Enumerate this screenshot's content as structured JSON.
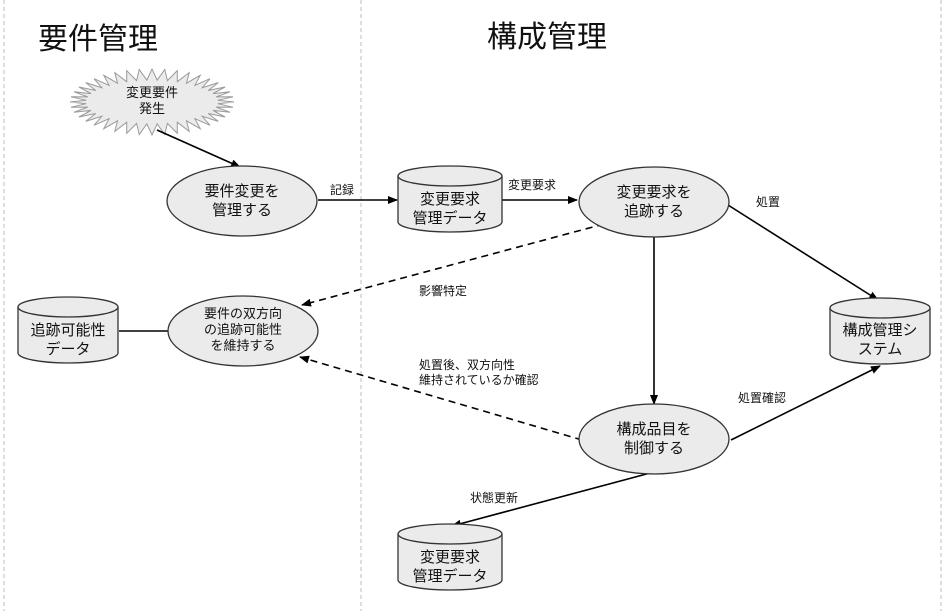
{
  "colors": {
    "node_fill": "#ebebeb",
    "stroke": "#333333",
    "line": "#000000",
    "divider": "#bdbdbd"
  },
  "headings": {
    "left": "要件管理",
    "right": "構成管理"
  },
  "nodes": {
    "change_event": {
      "line1": "変更要件",
      "line2": "発生"
    },
    "manage_req_change": {
      "line1": "要件変更を",
      "line2": "管理する"
    },
    "change_request_data_top": {
      "line1": "変更要求",
      "line2": "管理データ"
    },
    "track_change_request": {
      "line1": "変更要求を",
      "line2": "追跡する"
    },
    "traceability_data": {
      "line1": "追跡可能性",
      "line2": "データ"
    },
    "maintain_traceability": {
      "line1": "要件の双方向",
      "line2": "の追跡可能性",
      "line3": "を維持する"
    },
    "cm_system": {
      "line1": "構成管理シ",
      "line2": "ステム"
    },
    "control_config_items": {
      "line1": "構成品目を",
      "line2": "制御する"
    },
    "change_request_data_bottom": {
      "line1": "変更要求",
      "line2": "管理データ"
    }
  },
  "edges": {
    "record": "記録",
    "change_request": "変更要求",
    "handling": "処置",
    "impact_identification": "影響特定",
    "after_handling_line1": "処置後、双方向性",
    "after_handling_line2": "維持されているか確認",
    "handling_confirmation": "処置確認",
    "status_update": "状態更新"
  }
}
